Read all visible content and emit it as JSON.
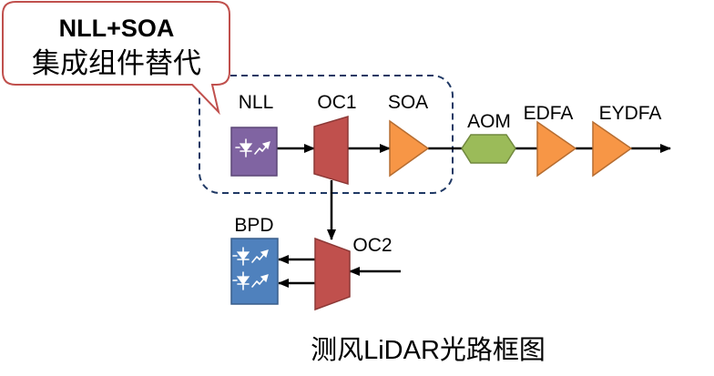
{
  "callout": {
    "line1": "NLL+SOA",
    "line2": "集成组件替代",
    "border_color": "#C0504D"
  },
  "integration_group": {
    "border_color": "#1F3864"
  },
  "components": {
    "nll": {
      "label": "NLL",
      "color": "#8064A2",
      "icon": "laser-diode-icon"
    },
    "oc1": {
      "label": "OC1",
      "color": "#C0504D"
    },
    "soa": {
      "label": "SOA",
      "color": "#F79646"
    },
    "aom": {
      "label": "AOM",
      "color": "#9BBB59"
    },
    "edfa": {
      "label": "EDFA",
      "color": "#F79646"
    },
    "eydfa": {
      "label": "EYDFA",
      "color": "#F79646"
    },
    "oc2": {
      "label": "OC2",
      "color": "#C0504D"
    },
    "bpd": {
      "label": "BPD",
      "color": "#4F81BD",
      "icon": "photodiode-pair-icon"
    }
  },
  "caption": "测风LiDAR光路框图"
}
